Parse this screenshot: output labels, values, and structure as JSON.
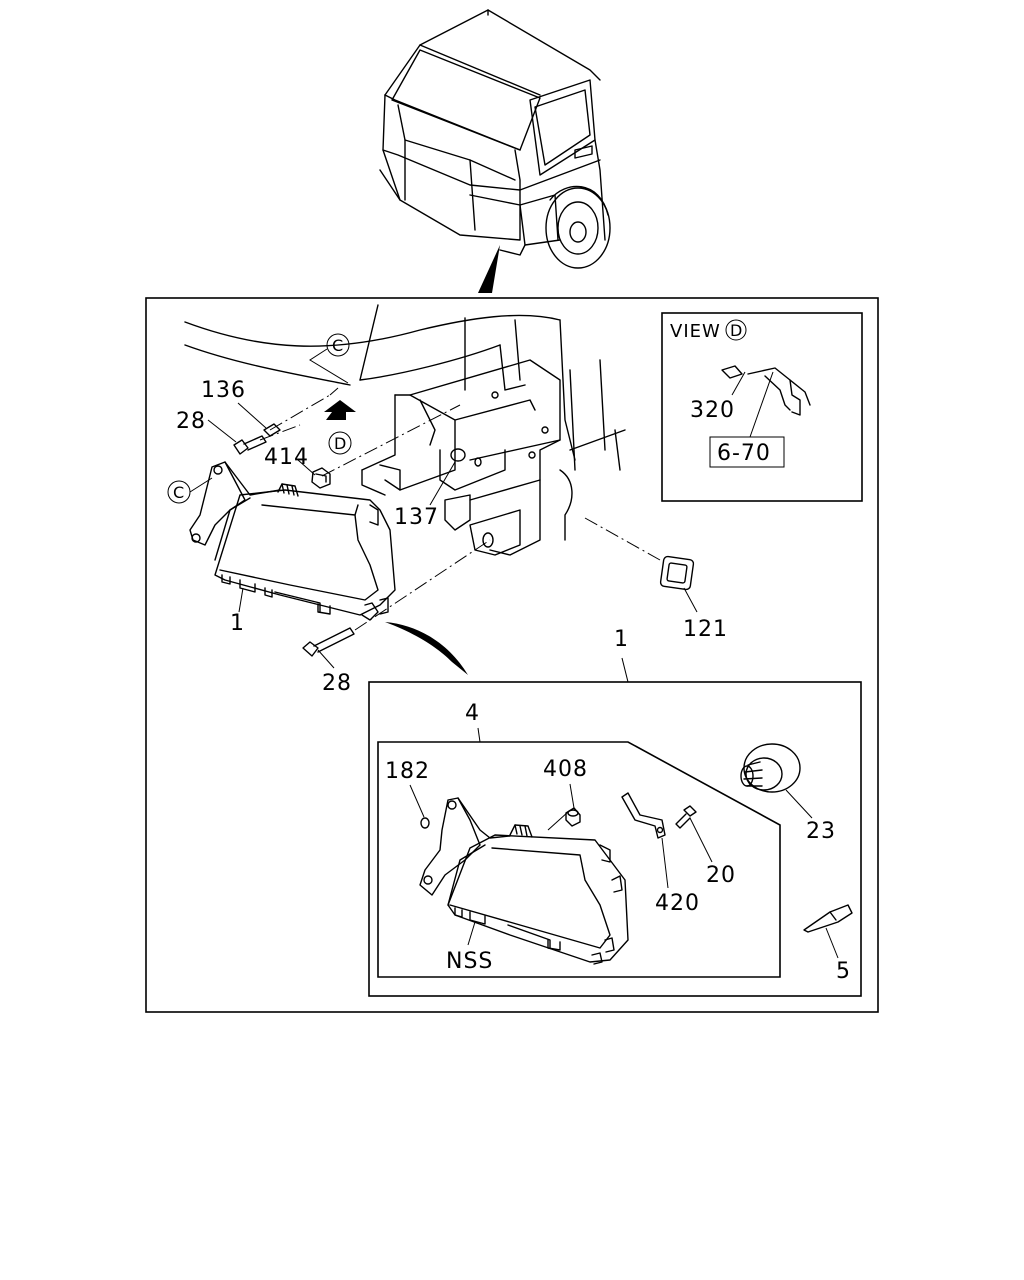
{
  "callouts": {
    "c136": "136",
    "c28a": "28",
    "c414": "414",
    "c137": "137",
    "c1a": "1",
    "c28b": "28",
    "c121": "121",
    "c1b": "1",
    "c4": "4",
    "c182": "182",
    "c408": "408",
    "c23": "23",
    "c20": "20",
    "c420": "420",
    "c5": "5",
    "nss": "NSS",
    "c320": "320"
  },
  "view_box": {
    "label": "VIEW",
    "letter": "D",
    "ref": "6-70"
  },
  "circle_marks": {
    "c_top": "C",
    "c_left": "C",
    "d_mid": "D"
  }
}
